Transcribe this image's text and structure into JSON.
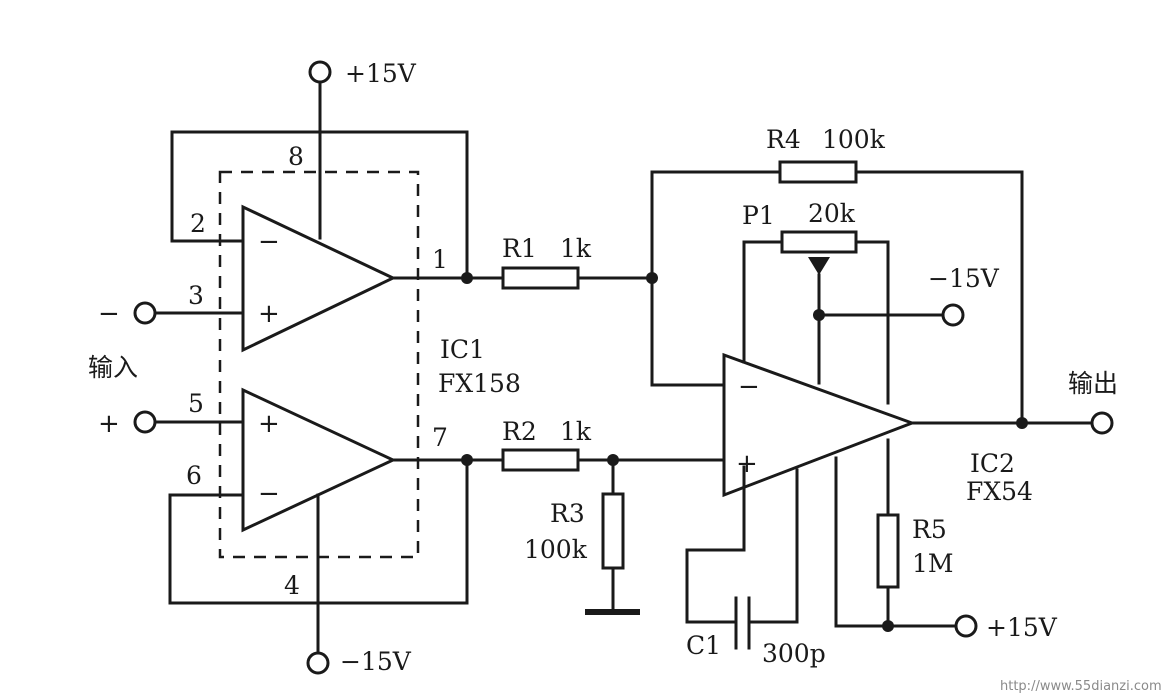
{
  "supply": {
    "ic1_top": "+15V",
    "ic1_bottom": "−15V",
    "ic2_neg": "−15V",
    "ic2_pos": "+15V"
  },
  "io": {
    "input_label": "输入",
    "input_minus_sign": "−",
    "input_plus_sign": "+",
    "output_label": "输出"
  },
  "ic1": {
    "ref": "IC1",
    "part": "FX158",
    "pins": {
      "p8": "8",
      "p2": "2",
      "p3": "3",
      "p1": "1",
      "p5": "5",
      "p6": "6",
      "p7": "7",
      "p4": "4"
    },
    "top_inv": "−",
    "top_noninv": "+",
    "bot_noninv": "+",
    "bot_inv": "−"
  },
  "ic2": {
    "ref": "IC2",
    "part": "FX54",
    "inv": "−",
    "noninv": "+"
  },
  "components": {
    "r1": {
      "ref": "R1",
      "value": "1k"
    },
    "r2": {
      "ref": "R2",
      "value": "1k"
    },
    "r3": {
      "ref": "R3",
      "value": "100k"
    },
    "r4": {
      "ref": "R4",
      "value": "100k"
    },
    "r5": {
      "ref": "R5",
      "value": "1M"
    },
    "p1": {
      "ref": "P1",
      "value": "20k"
    },
    "c1": {
      "ref": "C1",
      "value": "300p"
    }
  },
  "watermark": "http://www.55dianzi.com"
}
